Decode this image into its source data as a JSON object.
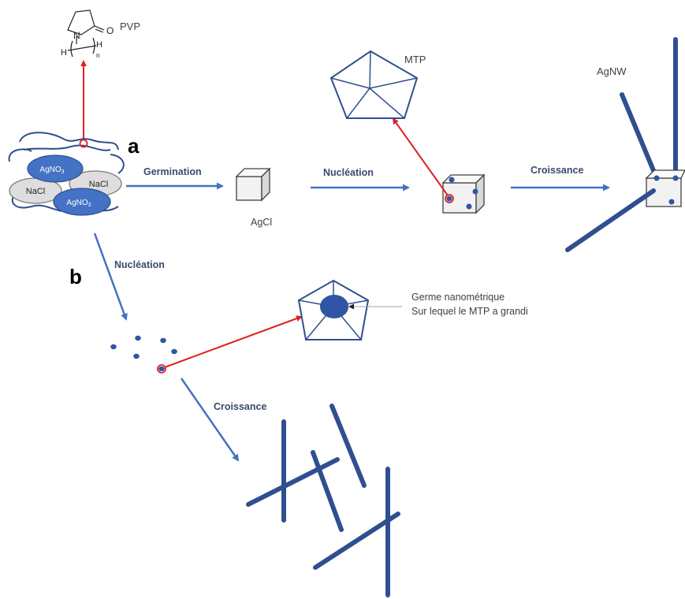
{
  "molecule": {
    "name": "PVP",
    "atom_n": "N",
    "atom_o": "O",
    "end_h_left": "H",
    "end_h_right": "H",
    "subscript": "n"
  },
  "precursors": {
    "agno3_base": "AgNO",
    "agno3_sub": "3",
    "nacl": "NaCl"
  },
  "route_labels": {
    "a": "a",
    "b": "b"
  },
  "steps": {
    "germination": "Germination",
    "nucleation_a": "Nucléation",
    "croissance_a": "Croissance",
    "nucleation_b": "Nucléation",
    "croissance_b": "Croissance"
  },
  "products": {
    "agcl": "AgCl",
    "mtp": "MTP",
    "agnw": "AgNW"
  },
  "annotation": {
    "line1": "Germe nanométrique",
    "line2": "Sur lequel le MTP a grandi"
  },
  "colors": {
    "arrow_blue": "#4472c4",
    "rod_blue": "#2f4f8f",
    "seed_blue": "#2f55a4",
    "ellipse_blue": "#4472c4",
    "highlight_red": "#e02020",
    "text_label": "#404040",
    "text_bold": "#3a4a6b",
    "cube_fill": "#f2f2f2",
    "cube_stroke": "#404040"
  }
}
